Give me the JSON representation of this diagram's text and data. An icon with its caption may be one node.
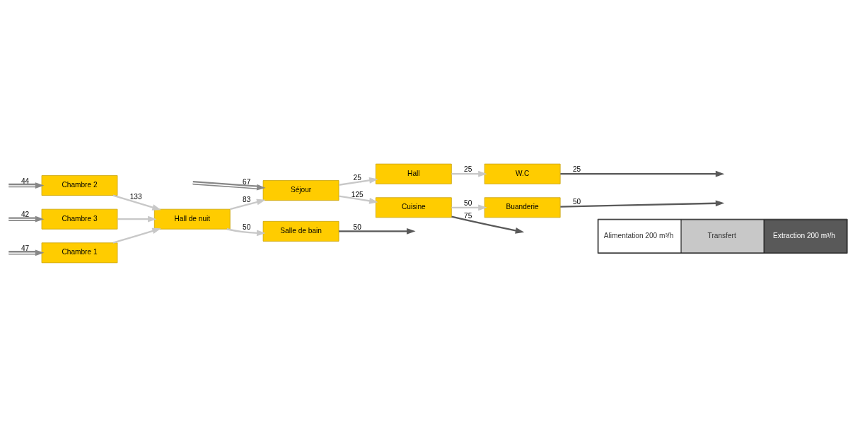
{
  "diagram": {
    "nodes": [
      {
        "text": [
          "Chambre 1"
        ]
      },
      {
        "text": [
          "Chambre 2"
        ]
      },
      {
        "text": [
          "Chambre 3"
        ]
      },
      {
        "text": [
          "Hall de nuit"
        ]
      },
      {
        "text": [
          "Salle de bain"
        ]
      },
      {
        "text": [
          "Séjour"
        ]
      },
      {
        "text": [
          "Hall"
        ]
      },
      {
        "text": [
          "W.C"
        ]
      },
      {
        "text": [
          "Cuisine"
        ]
      },
      {
        "text": [
          "Buanderie"
        ]
      }
    ],
    "edges": [
      {
        "from": null,
        "to": 0,
        "arrow": "to",
        "label": "47",
        "color": "#ffffff"
      },
      {
        "from": null,
        "to": 1,
        "arrow": "to",
        "label": "44",
        "color": "#ffffff"
      },
      {
        "from": null,
        "to": 2,
        "arrow": "to",
        "label": "42",
        "color": "#ffffff"
      },
      {
        "from": 0,
        "to": 3,
        "arrow": "to"
      },
      {
        "from": 1,
        "to": 3,
        "arrow": "to",
        "label": "133"
      },
      {
        "from": 2,
        "to": 3,
        "arrow": "to"
      },
      {
        "from": 3,
        "to": 4,
        "arrow": "to",
        "label": "50"
      },
      {
        "from": 4,
        "to": null,
        "arrow": "to",
        "label": "50",
        "color": "#595959"
      },
      {
        "from": 3,
        "to": 5,
        "arrow": "to",
        "label": "83"
      },
      {
        "from": null,
        "to": 5,
        "arrow": "to",
        "label": "67",
        "color": "#ffffff"
      },
      {
        "from": 5,
        "to": 6,
        "arrow": "to",
        "label": "25"
      },
      {
        "from": 6,
        "to": 7,
        "arrow": "to",
        "label": "25"
      },
      {
        "from": 7,
        "to": null,
        "arrow": "to",
        "label": "25",
        "color": "#595959"
      },
      {
        "from": 5,
        "to": 8,
        "arrow": "to",
        "label": "125"
      },
      {
        "from": 8,
        "to": 9,
        "arrow": "to",
        "label": "50"
      },
      {
        "from": 9,
        "to": null,
        "arrow": "to",
        "label": "50",
        "color": "#595959"
      },
      {
        "from": 8,
        "to": null,
        "arrow": "to",
        "label": "75",
        "color": "#595959"
      }
    ],
    "legend": [
      {
        "text": "Alimentation 200 m³/h",
        "color": "#ffffff"
      },
      {
        "text": "Transfert",
        "color": "#c8c8c8"
      },
      {
        "text": "Extraction 200 m³/h",
        "color": "#595959"
      }
    ]
  }
}
